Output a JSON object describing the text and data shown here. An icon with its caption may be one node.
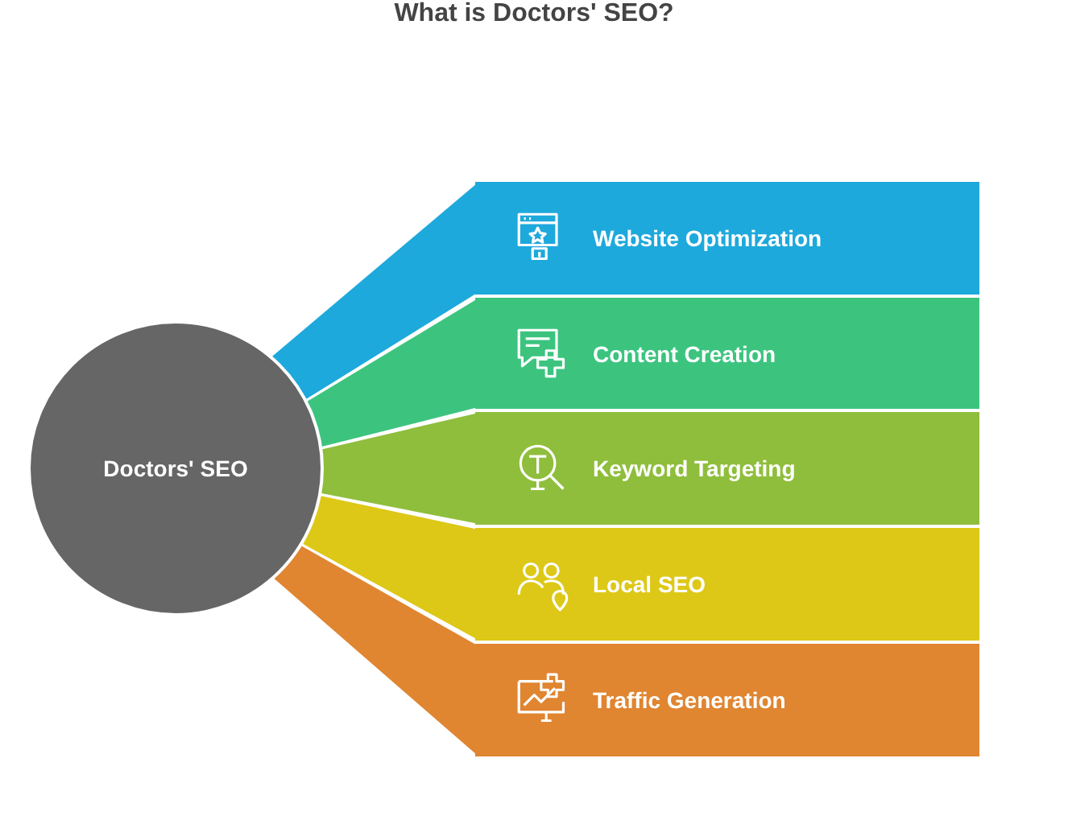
{
  "diagram": {
    "title": "What is Doctors' SEO?",
    "nodes": [
      {
        "text": [
          "Doctors' SEO"
        ]
      },
      {
        "text": [
          "Website Optimization"
        ]
      },
      {
        "text": [
          "Content Creation"
        ]
      },
      {
        "text": [
          "Keyword Targeting"
        ]
      },
      {
        "text": [
          "Local SEO"
        ]
      },
      {
        "text": [
          "Traffic Generation"
        ]
      }
    ]
  }
}
